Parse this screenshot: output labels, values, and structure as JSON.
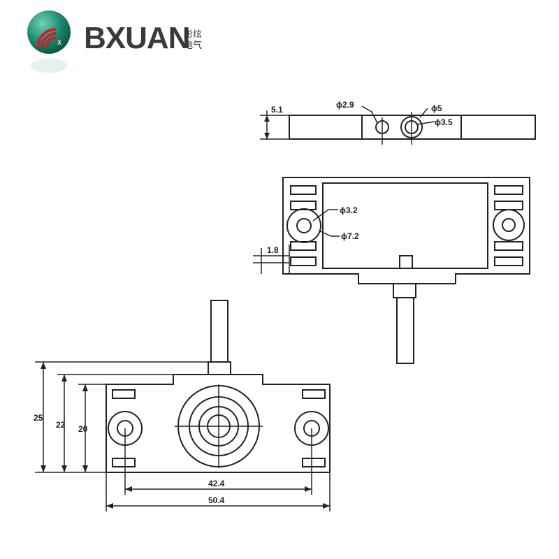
{
  "logo": {
    "brand": "BXUAN",
    "cn_line1": "彬炫",
    "cn_line2": "电气",
    "icon_letter": "x"
  },
  "top_view": {
    "thickness": "5.1",
    "hole_small": "ϕ2.9",
    "hole_outer": "ϕ5",
    "hole_inner": "ϕ3.5"
  },
  "plan_view": {
    "hole_inner": "ϕ3.2",
    "hole_outer": "ϕ7.2",
    "slot": "1.8"
  },
  "front_view": {
    "height_total": "25",
    "height_mid": "22",
    "height_body": "20",
    "hole_spacing": "42.4",
    "width_total": "50.4"
  },
  "colors": {
    "line": "#222222",
    "logo_green": "#1f8a6e",
    "logo_red": "#c0262b",
    "brand_text": "#3a3a3a"
  }
}
